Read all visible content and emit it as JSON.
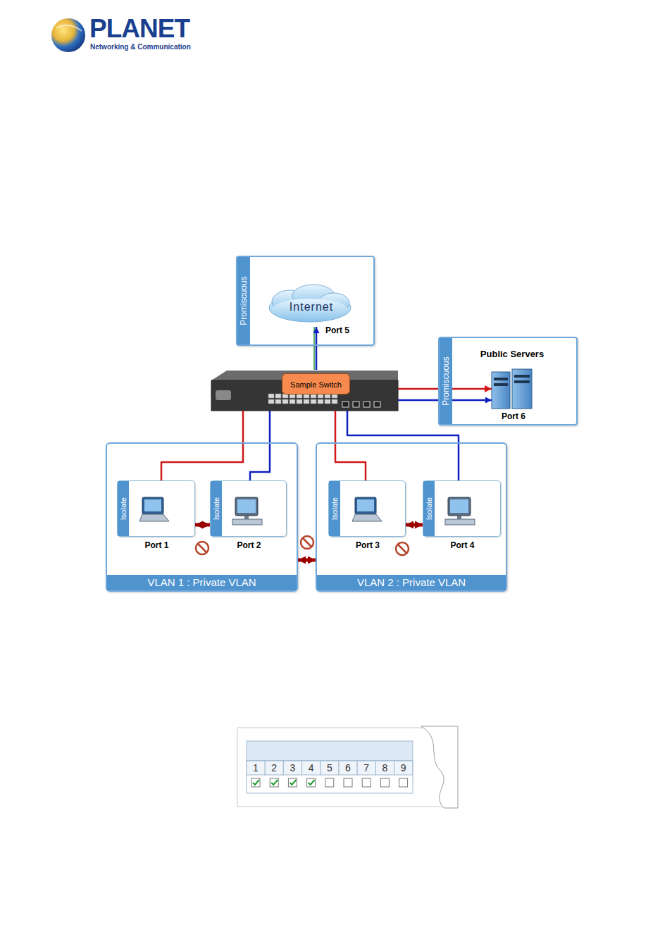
{
  "diagram": {
    "nodes": [
      {
        "text": [
          "Promiscuous"
        ]
      },
      {
        "text": [
          "Internet",
          "Port 5"
        ],
        "in": 0
      },
      {
        "text": [
          "Promiscuous",
          "Public Servers"
        ]
      },
      {
        "text": [
          "Port 6"
        ],
        "in": 2
      },
      {
        "text": [
          "Sample Switch"
        ]
      },
      {
        "text": [
          "VLAN 1 : Private VLAN"
        ]
      },
      {
        "text": [
          "Isolate",
          "Port 1"
        ],
        "in": 5
      },
      {
        "text": [
          "Isolate",
          "Port 2"
        ],
        "in": 5
      },
      {
        "text": [
          "VLAN 2 : Private VLAN"
        ]
      },
      {
        "text": [
          "Isolate",
          "Port 3"
        ],
        "in": 8
      },
      {
        "text": [
          "Isolate",
          "Port 4"
        ],
        "in": 8
      }
    ],
    "edges": [
      {
        "from": 4,
        "to": 1,
        "arrow": "to"
      },
      {
        "from": 4,
        "to": 3,
        "arrow": "to"
      },
      {
        "from": 4,
        "to": 3,
        "arrow": "to"
      },
      {
        "from": 4,
        "to": 6,
        "arrow": "none"
      },
      {
        "from": 4,
        "to": 7,
        "arrow": "none"
      },
      {
        "from": 4,
        "to": 9,
        "arrow": "none"
      },
      {
        "from": 4,
        "to": 10,
        "arrow": "none"
      },
      {
        "from": 6,
        "to": 7,
        "arrow": "both"
      },
      {
        "from": 5,
        "to": 8,
        "arrow": "both"
      },
      {
        "from": 9,
        "to": 10,
        "arrow": "both"
      }
    ],
    "labels": [
      "PLANET",
      "Networking & Communication",
      "1",
      "2",
      "3",
      "4",
      "5",
      "6",
      "7",
      "8",
      "9"
    ]
  }
}
